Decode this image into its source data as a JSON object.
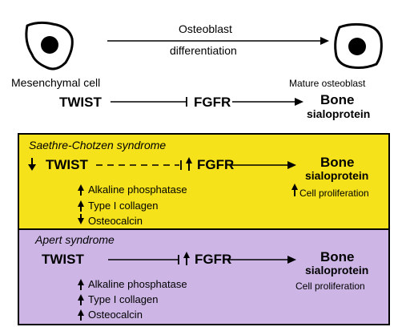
{
  "top": {
    "cell_left_label": "Mesenchymal cell",
    "cell_right_label": "Mature osteoblast",
    "arrow_label_line1": "Osteoblast",
    "arrow_label_line2": "differentiation",
    "pathway": {
      "twist": "TWIST",
      "fgfr": "FGFR",
      "bone_line1": "Bone",
      "bone_line2": "sialoprotein"
    }
  },
  "saethre": {
    "title": "Saethre-Chotzen syndrome",
    "color": "#f5e21b",
    "twist": "TWIST",
    "fgfr": "FGFR",
    "bone_line1": "Bone",
    "bone_line2": "sialoprotein",
    "markers": [
      "Alkaline phosphatase",
      "Type I collagen",
      "Osteocalcin"
    ],
    "cell_proliferation": "Cell proliferation"
  },
  "apert": {
    "title": "Apert syndrome",
    "color": "#cdb6e6",
    "twist": "TWIST",
    "fgfr": "FGFR",
    "bone_line1": "Bone",
    "bone_line2": "sialoprotein",
    "markers": [
      "Alkaline phosphatase",
      "Type I collagen",
      "Osteocalcin"
    ],
    "cell_proliferation": "Cell proliferation"
  }
}
